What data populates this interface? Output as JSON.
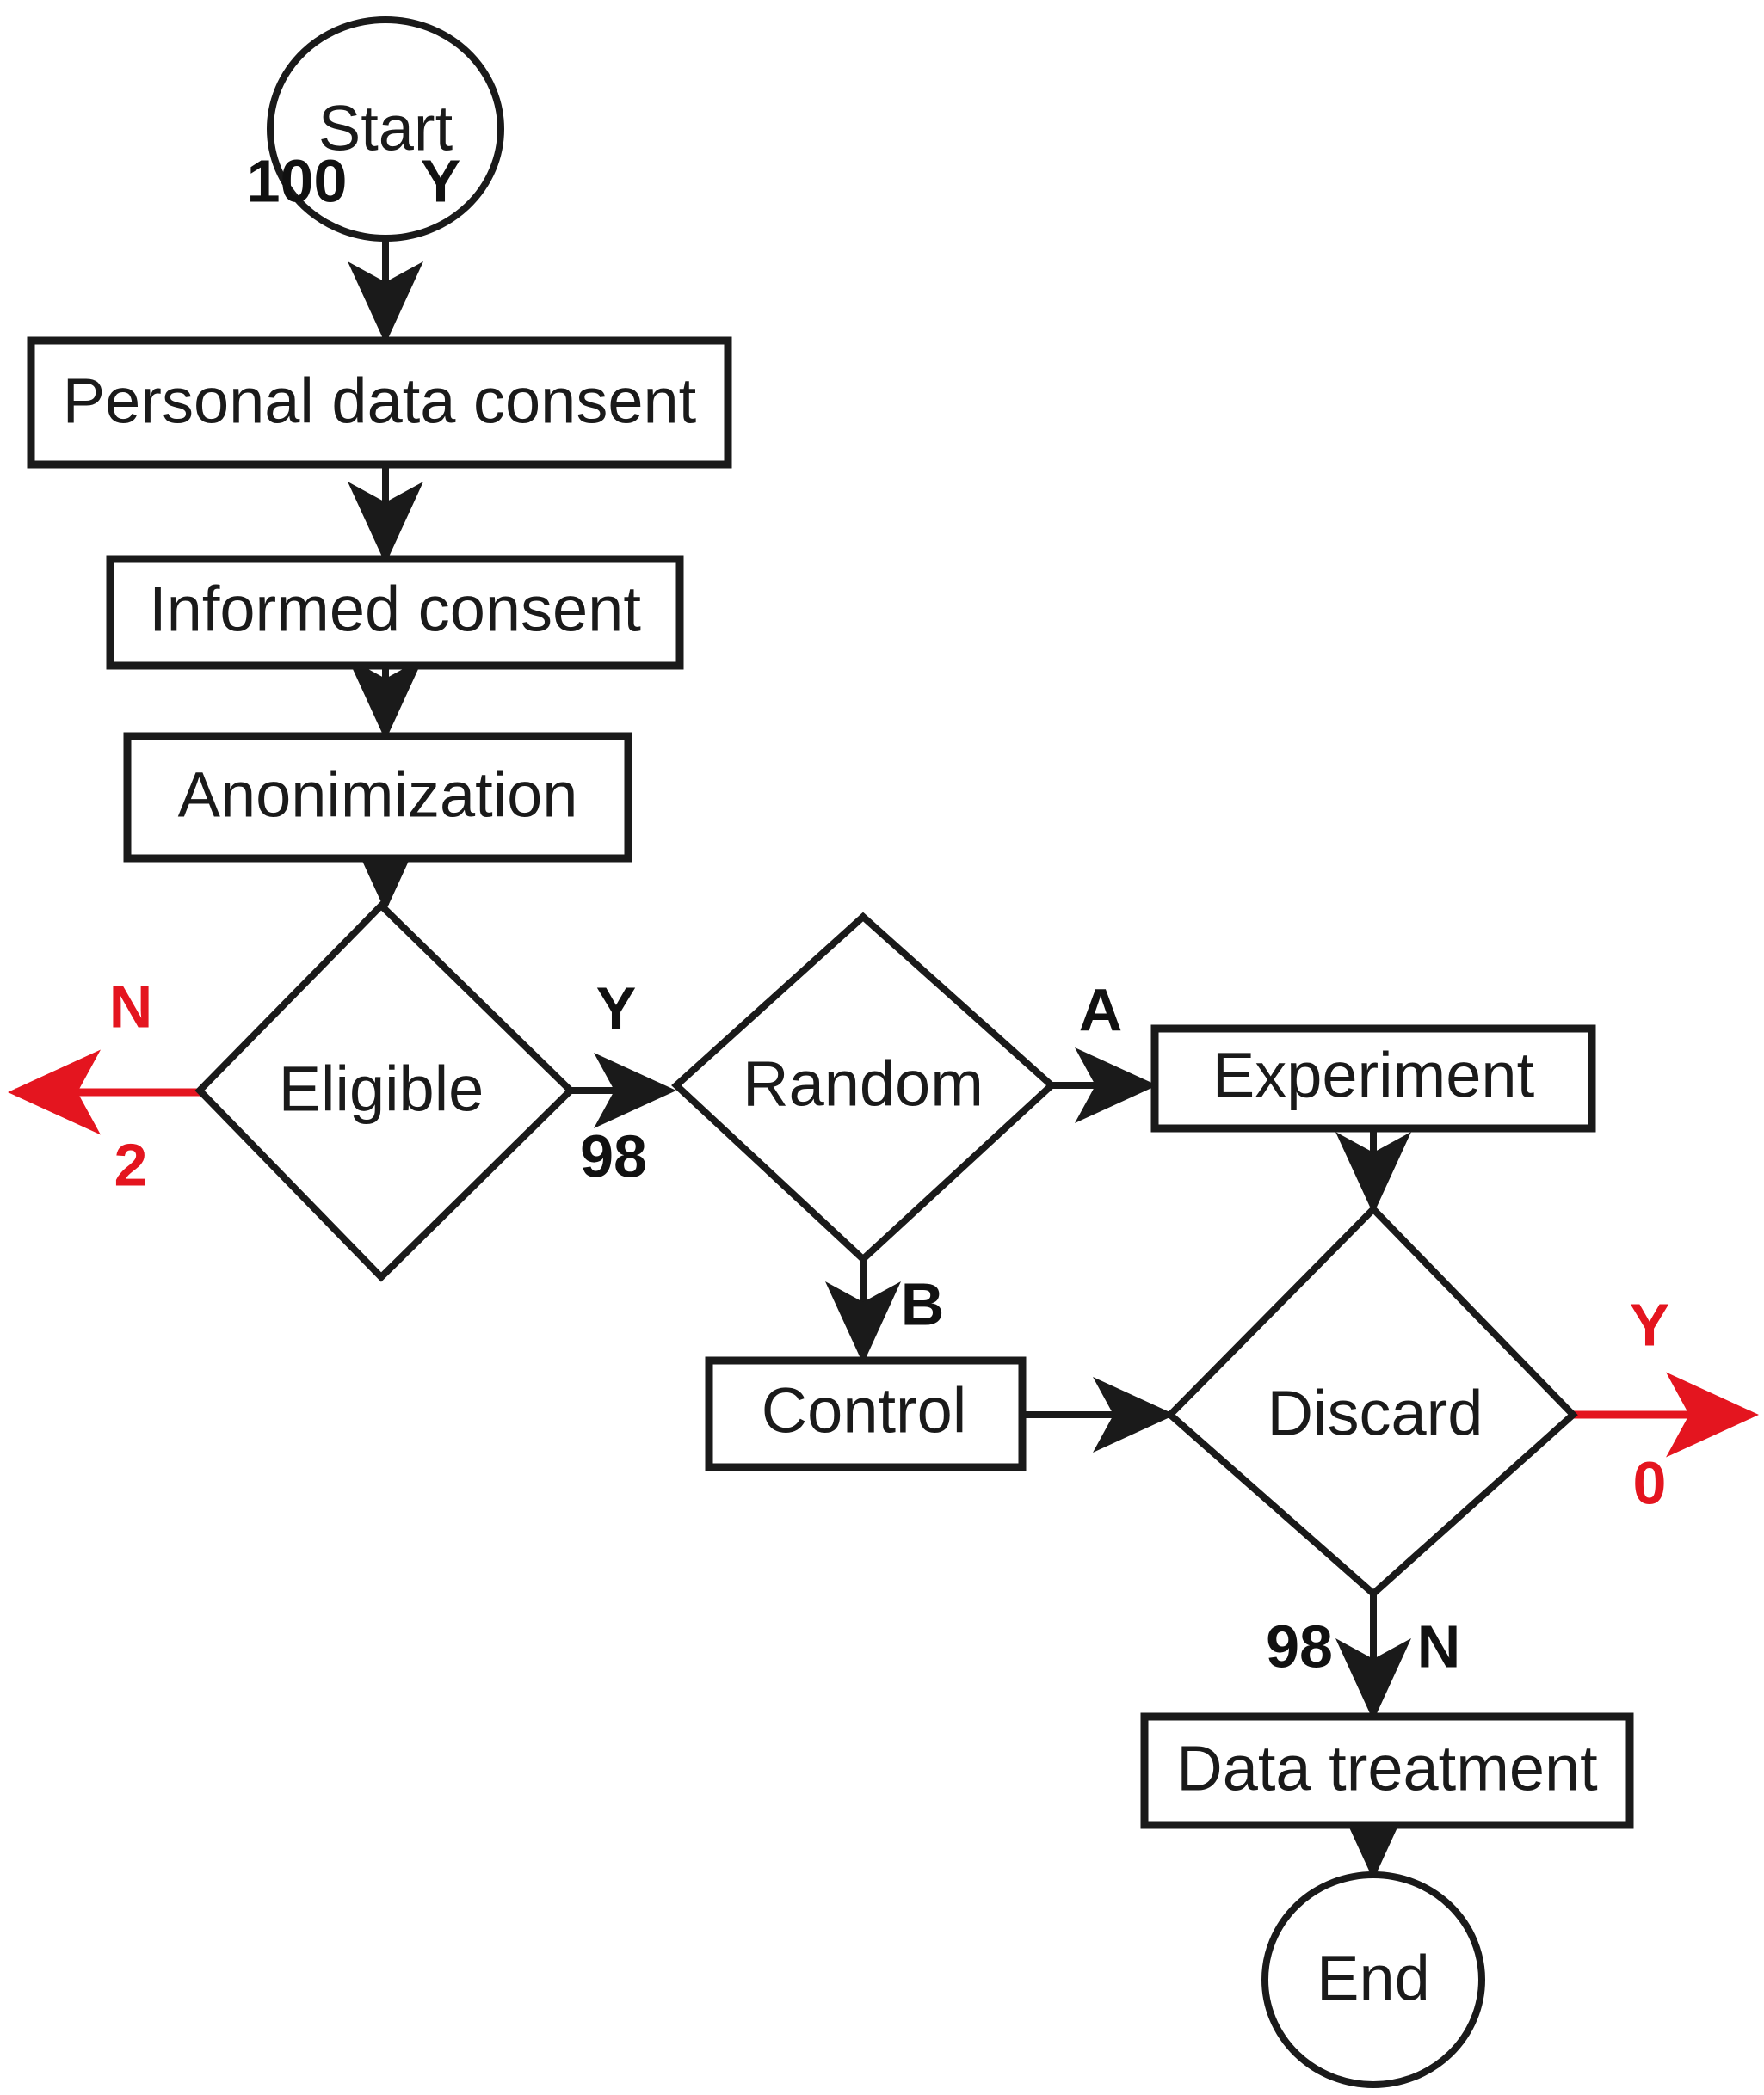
{
  "diagram": {
    "type": "flowchart",
    "title": "Clinical study participant flow",
    "colors": {
      "stroke": "#1a1a1a",
      "fill": "#ffffff",
      "accent_red": "#e4151f",
      "text": "#1a1a1a"
    },
    "nodes": [
      {
        "id": "start",
        "label": "Start",
        "shape": "ellipse"
      },
      {
        "id": "personal",
        "label": "Personal data consent",
        "shape": "rectangle"
      },
      {
        "id": "informed",
        "label": "Informed consent",
        "shape": "rectangle"
      },
      {
        "id": "anon",
        "label": "Anonimization",
        "shape": "rectangle"
      },
      {
        "id": "eligible",
        "label": "Eligible",
        "shape": "diamond"
      },
      {
        "id": "random",
        "label": "Random",
        "shape": "diamond"
      },
      {
        "id": "experiment",
        "label": "Experiment",
        "shape": "rectangle"
      },
      {
        "id": "control",
        "label": "Control",
        "shape": "rectangle"
      },
      {
        "id": "discard",
        "label": "Discard",
        "shape": "diamond"
      },
      {
        "id": "treatment",
        "label": "Data treatment",
        "shape": "rectangle"
      },
      {
        "id": "end",
        "label": "End",
        "shape": "ellipse"
      }
    ],
    "edges": [
      {
        "id": "e-start-personal",
        "from": "start",
        "to": "personal",
        "count": "100",
        "condition": "Y",
        "color": "black"
      },
      {
        "id": "e-personal-informed",
        "from": "personal",
        "to": "informed",
        "count": "",
        "condition": "",
        "color": "black"
      },
      {
        "id": "e-informed-anon",
        "from": "informed",
        "to": "anon",
        "count": "",
        "condition": "",
        "color": "black"
      },
      {
        "id": "e-anon-eligible",
        "from": "anon",
        "to": "eligible",
        "count": "",
        "condition": "",
        "color": "black"
      },
      {
        "id": "e-eligible-exit",
        "from": "eligible",
        "to": "",
        "count": "2",
        "condition": "N",
        "color": "red"
      },
      {
        "id": "e-eligible-random",
        "from": "eligible",
        "to": "random",
        "count": "98",
        "condition": "Y",
        "color": "black"
      },
      {
        "id": "e-random-experiment",
        "from": "random",
        "to": "experiment",
        "count": "",
        "condition": "A",
        "color": "black"
      },
      {
        "id": "e-random-control",
        "from": "random",
        "to": "control",
        "count": "",
        "condition": "B",
        "color": "black"
      },
      {
        "id": "e-experiment-discard",
        "from": "experiment",
        "to": "discard",
        "count": "",
        "condition": "",
        "color": "black"
      },
      {
        "id": "e-control-discard",
        "from": "control",
        "to": "discard",
        "count": "",
        "condition": "",
        "color": "black"
      },
      {
        "id": "e-discard-exit",
        "from": "discard",
        "to": "",
        "count": "0",
        "condition": "Y",
        "color": "red"
      },
      {
        "id": "e-discard-treatment",
        "from": "discard",
        "to": "treatment",
        "count": "98",
        "condition": "N",
        "color": "black"
      },
      {
        "id": "e-treatment-end",
        "from": "treatment",
        "to": "end",
        "count": "",
        "condition": "",
        "color": "black"
      }
    ],
    "labels": {
      "start_count": "100",
      "start_condition": "Y",
      "eligible_no_condition": "N",
      "eligible_no_count": "2",
      "eligible_yes_condition": "Y",
      "eligible_yes_count": "98",
      "random_a": "A",
      "random_b": "B",
      "discard_yes_condition": "Y",
      "discard_yes_count": "0",
      "discard_no_count": "98",
      "discard_no_condition": "N"
    }
  }
}
